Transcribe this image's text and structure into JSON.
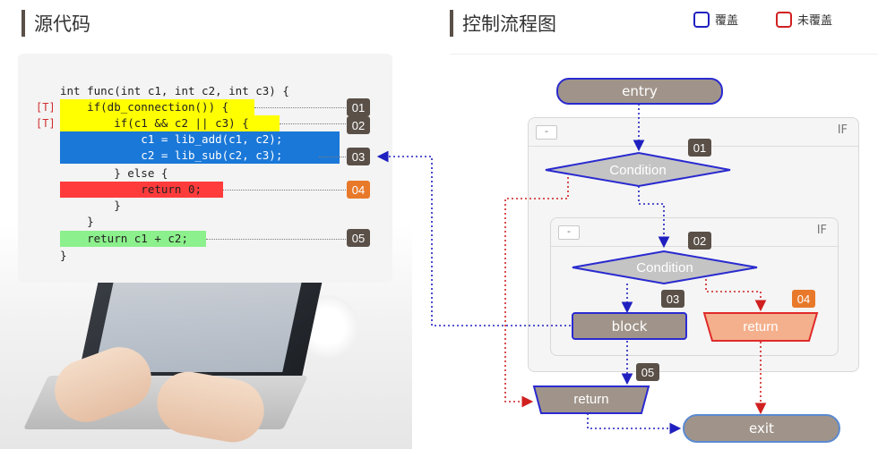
{
  "left_title": "源代码",
  "right_title": "控制流程图",
  "legend": {
    "covered": "覆盖",
    "uncovered": "未覆盖",
    "covered_color": "#2020c0",
    "uncovered_color": "#d02020"
  },
  "code": {
    "markers": [
      "[T]",
      "[T]"
    ],
    "lines": [
      "int func(int c1, int c2, int c3) {",
      "    if(db_connection()) {",
      "        if(c1 && c2 || c3) {",
      "            c1 = lib_add(c1, c2);",
      "            c2 = lib_sub(c2, c3);",
      "        } else {",
      "            return 0;",
      "        }",
      "    }",
      "    return c1 + c2;",
      "}"
    ],
    "highlight_colors": {
      "yellow": "#ffff00",
      "blue": "#1a78d8",
      "red": "#ff3b3b",
      "green": "#8cf08c"
    }
  },
  "badges": [
    "01",
    "02",
    "03",
    "04",
    "05"
  ],
  "diagram": {
    "if_label": "IF",
    "minus": "-",
    "nodes": {
      "entry": "entry",
      "condition1": "Condition",
      "condition2": "Condition",
      "block": "block",
      "return_uncovered": "return",
      "return_covered": "return",
      "exit": "exit"
    },
    "badges": {
      "cond1": "01",
      "cond2": "02",
      "block": "03",
      "ret_unc": "04",
      "ret": "05"
    },
    "colors": {
      "node_fill": "#a0948a",
      "condition_fill": "#c4c4c4",
      "return_uncovered_fill": "#f4b08c",
      "covered_edge": "#2020c0",
      "uncovered_edge": "#d02020"
    }
  }
}
